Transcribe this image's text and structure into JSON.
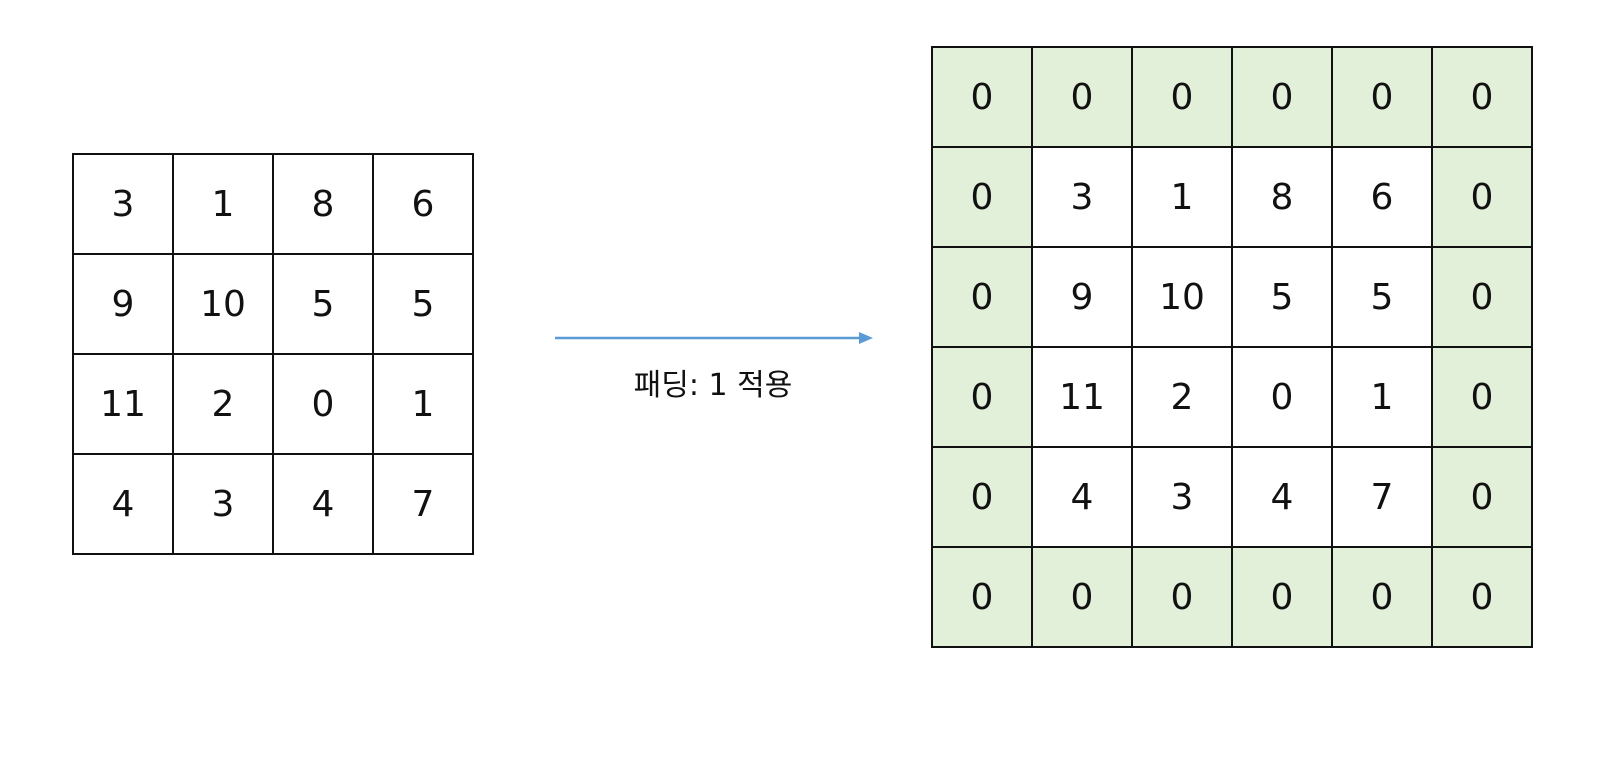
{
  "input_matrix": [
    [
      "3",
      "1",
      "8",
      "6"
    ],
    [
      "9",
      "10",
      "5",
      "5"
    ],
    [
      "11",
      "2",
      "0",
      "1"
    ],
    [
      "4",
      "3",
      "4",
      "7"
    ]
  ],
  "output_matrix": [
    [
      "0",
      "0",
      "0",
      "0",
      "0",
      "0"
    ],
    [
      "0",
      "3",
      "1",
      "8",
      "6",
      "0"
    ],
    [
      "0",
      "9",
      "10",
      "5",
      "5",
      "0"
    ],
    [
      "0",
      "11",
      "2",
      "0",
      "1",
      "0"
    ],
    [
      "0",
      "4",
      "3",
      "4",
      "7",
      "0"
    ],
    [
      "0",
      "0",
      "0",
      "0",
      "0",
      "0"
    ]
  ],
  "arrow": {
    "label": "패딩: 1 적용"
  },
  "colors": {
    "padding_fill": "#e2efd9",
    "arrow": "#5b9bd5",
    "border": "#111111"
  }
}
